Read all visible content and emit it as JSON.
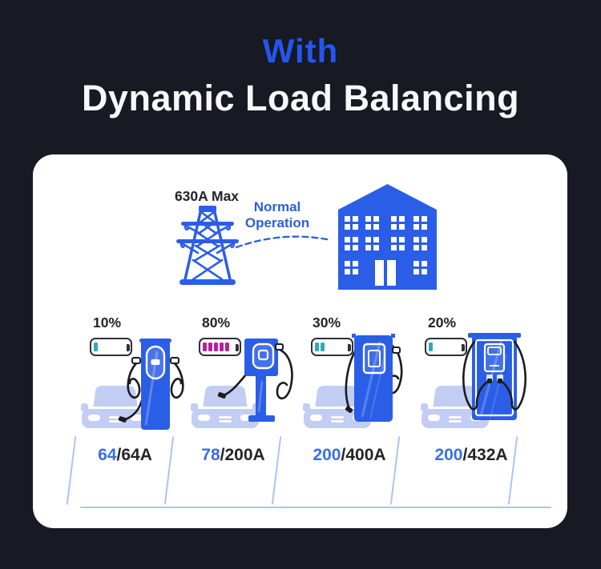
{
  "header": {
    "eyebrow": "With",
    "title": "Dynamic Load Balancing"
  },
  "card": {
    "supply_label": "630A Max",
    "mode_label_line1": "Normal",
    "mode_label_line2": "Operation"
  },
  "stations": [
    {
      "percent": "10%",
      "battery_bars": 1,
      "battery_color_key": "teal",
      "used": "64",
      "capacity": "/64A"
    },
    {
      "percent": "80%",
      "battery_bars": 5,
      "battery_color_key": "magenta",
      "used": "78",
      "capacity": "/200A"
    },
    {
      "percent": "30%",
      "battery_bars": 2,
      "battery_color_key": "teal",
      "used": "200",
      "capacity": "/400A"
    },
    {
      "percent": "20%",
      "battery_bars": 1,
      "battery_color_key": "teal",
      "used": "200",
      "capacity": "/432A"
    }
  ],
  "colors": {
    "bg": "#171923",
    "card": "#ffffff",
    "accent": "#2456ee",
    "title": "#f7f8fa",
    "graphic": "#2b5ee6",
    "car": "#c1cdf3",
    "stall_line": "#abc4f1",
    "teal": "#2fa9bd",
    "magenta": "#b81f9e",
    "value_blue": "#3b6fe3",
    "ink": "#232428",
    "mode_blue": "#2c5fd8",
    "cable": "#1c1c1e"
  }
}
